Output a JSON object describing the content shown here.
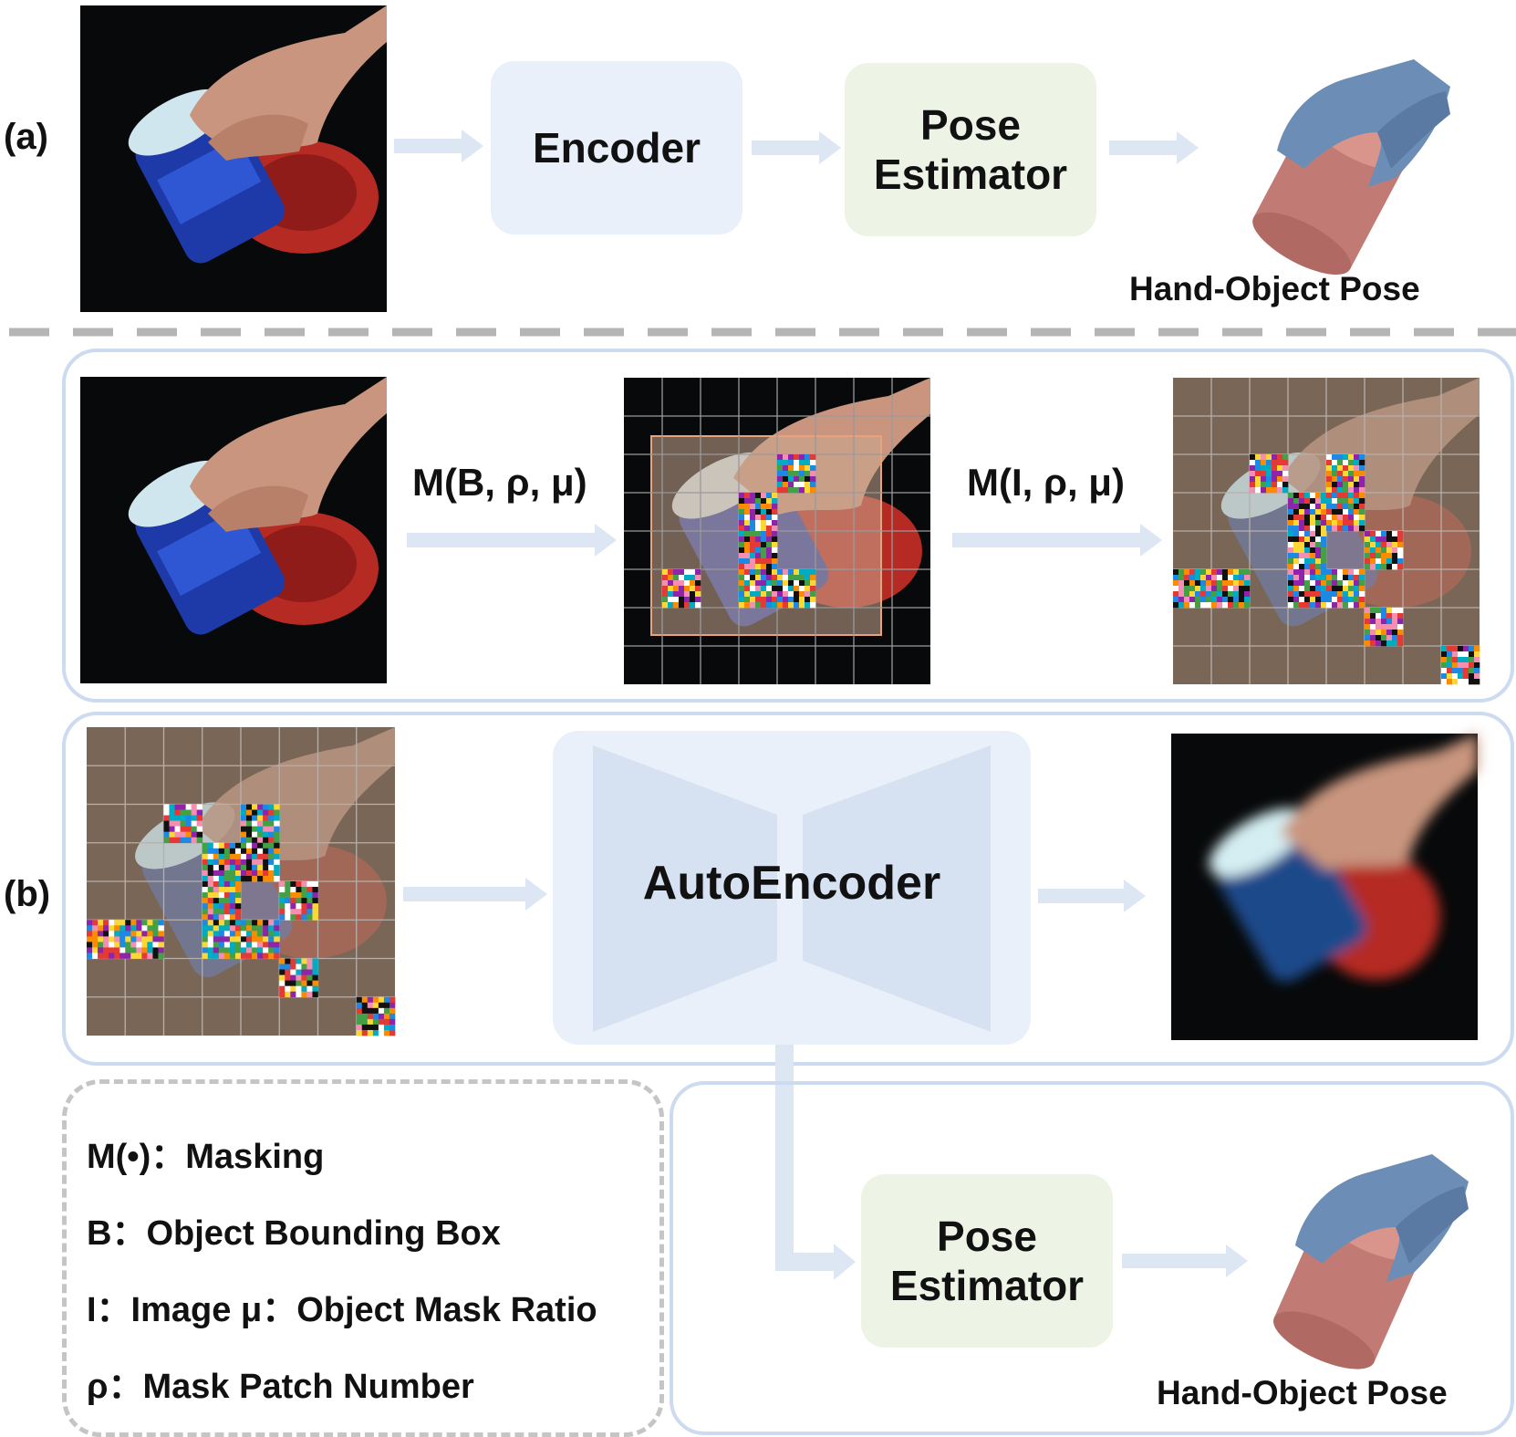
{
  "section_a": {
    "label": "(a)",
    "encoder": "Encoder",
    "pose_estimator_line1": "Pose",
    "pose_estimator_line2": "Estimator",
    "output_label": "Hand-Object Pose"
  },
  "masking": {
    "step1_label": "M(B, ρ, μ)",
    "step2_label": "M(I, ρ, μ)"
  },
  "section_b": {
    "label": "(b)",
    "autoencoder": "AutoEncoder",
    "pose_estimator_line1": "Pose",
    "pose_estimator_line2": "Estimator",
    "output_label": "Hand-Object Pose"
  },
  "legend": {
    "items": [
      "M(•)：Masking",
      "B：Object Bounding Box",
      "I：Image   μ：Object Mask Ratio",
      "ρ：Mask Patch Number"
    ]
  },
  "colors": {
    "encoder_fill": "#e9f0fa",
    "pose_fill": "#edf4e6",
    "arrow": "#dde6f3",
    "panel_border": "#cddbf0",
    "masked_tint": "#7a6656",
    "bbox": "#e8a37c"
  }
}
